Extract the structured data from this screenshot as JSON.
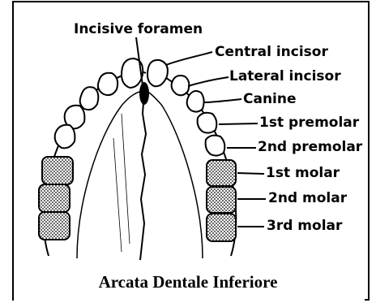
{
  "diagram": {
    "labels": {
      "incisive_foramen": "Incisive foramen",
      "central_incisor": "Central incisor",
      "lateral_incisor": "Lateral incisor",
      "canine": "Canine",
      "first_premolar": "1st premolar",
      "second_premolar": "2nd premolar",
      "first_molar": "1st molar",
      "second_molar": "2nd molar",
      "third_molar": "3rd molar"
    },
    "caption": "Arcata Dentale Inferiore"
  }
}
